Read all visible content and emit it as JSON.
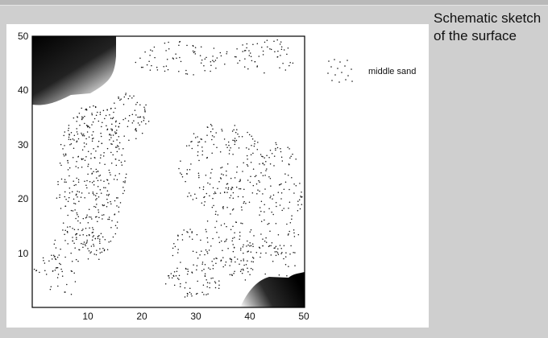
{
  "caption": "Schematic sketch of the surface",
  "map": {
    "axis_ticks": [
      "10",
      "20",
      "30",
      "40",
      "50"
    ],
    "x_ticks": [
      "10",
      "20",
      "30",
      "40",
      "50"
    ],
    "legend_label": "middle sand",
    "dot_color": "#111111",
    "frame_color": "#000000",
    "dark_fill": "#000000"
  }
}
